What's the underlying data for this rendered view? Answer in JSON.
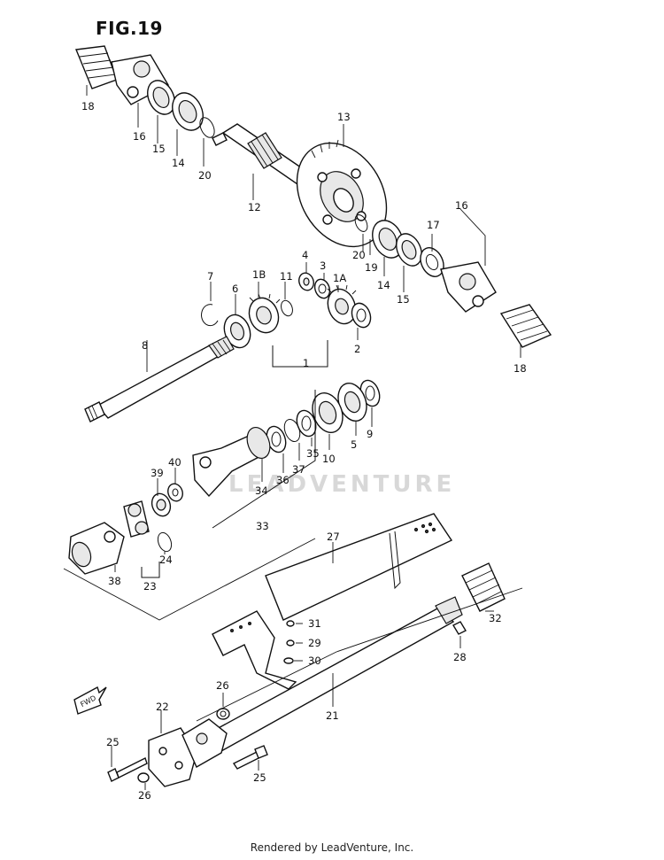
{
  "figure": {
    "title": "FIG.19"
  },
  "watermark": "LEADVENTURE",
  "footer": "Rendered by LeadVenture, Inc.",
  "fwd_label": "FWD",
  "callouts": {
    "c18a": "18",
    "c16a": "16",
    "c15a": "15",
    "c14a": "14",
    "c20a": "20",
    "c12": "12",
    "c13": "13",
    "c16b": "16",
    "c17": "17",
    "c20b": "20",
    "c19": "19",
    "c14b": "14",
    "c15b": "15",
    "c18b": "18",
    "c4": "4",
    "c3": "3",
    "c1A": "1A",
    "c2": "2",
    "c7": "7",
    "c6": "6",
    "c1B": "1B",
    "c11": "11",
    "c8": "8",
    "c1": "1",
    "c9": "9",
    "c5": "5",
    "c10": "10",
    "c35": "35",
    "c37": "37",
    "c36": "36",
    "c34": "34",
    "c33": "33",
    "c40": "40",
    "c39": "39",
    "c24": "24",
    "c23": "23",
    "c38": "38",
    "c27": "27",
    "c32": "32",
    "c31": "31",
    "c29": "29",
    "c30": "30",
    "c28": "28",
    "c21": "21",
    "c26a": "26",
    "c22": "22",
    "c25a": "25",
    "c26b": "26",
    "c25b": "25"
  }
}
